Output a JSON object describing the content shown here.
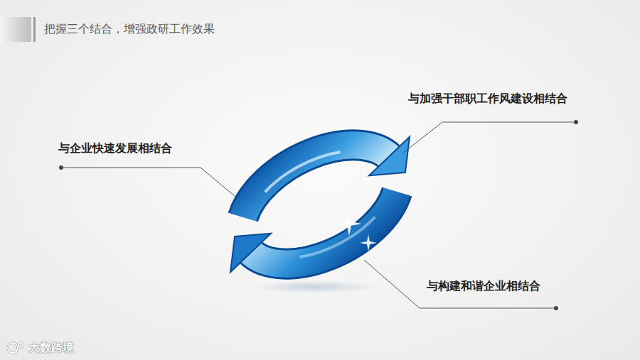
{
  "diagram": {
    "title": "把握三个结合，增强政研工作效果",
    "labels": [
      "与企业快速发展相结合",
      "与加强干部职工作风建设相结合",
      "与构建和谐企业相结合",
      "大数跨境"
    ]
  }
}
